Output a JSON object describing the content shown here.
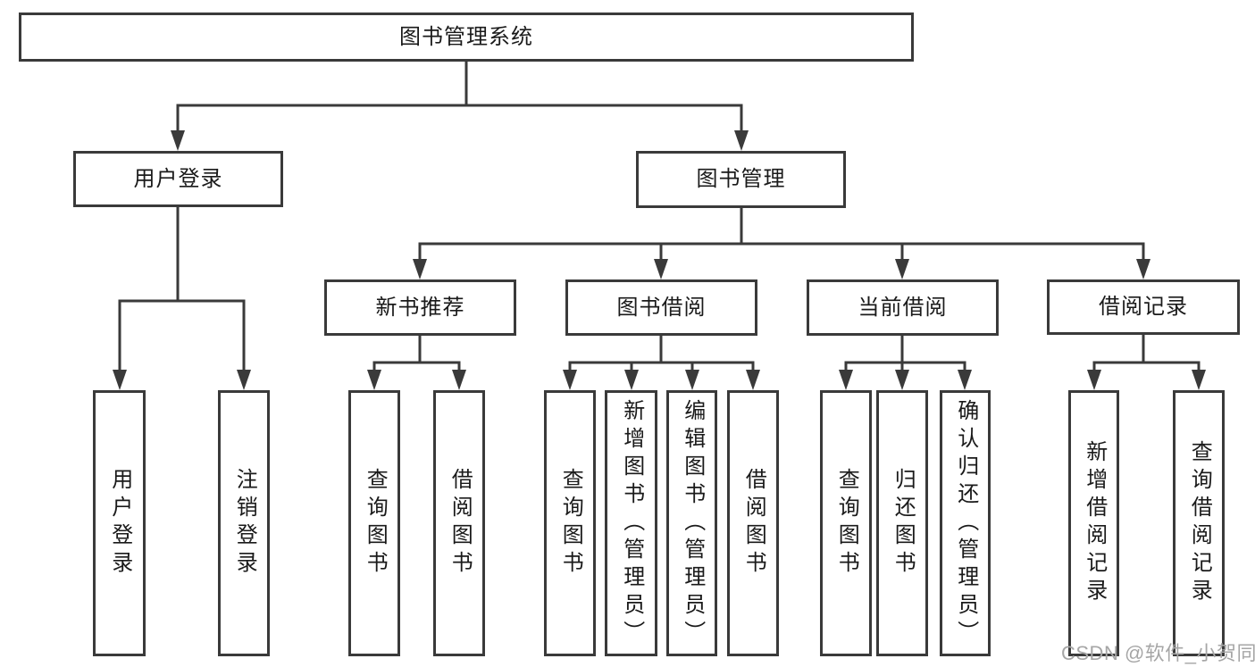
{
  "diagram": {
    "root": {
      "label": "图书管理系统"
    },
    "level2": [
      {
        "label": "用户登录"
      },
      {
        "label": "图书管理"
      }
    ],
    "level3": [
      {
        "label": "新书推荐"
      },
      {
        "label": "图书借阅"
      },
      {
        "label": "当前借阅"
      },
      {
        "label": "借阅记录"
      }
    ],
    "leaves": {
      "user_login": [
        "用户登录",
        "注销登录"
      ],
      "new_book": [
        "查询图书",
        "借阅图书"
      ],
      "book_borrow": [
        "查询图书",
        "新增图书（管理员）",
        "编辑图书（管理员）",
        "借阅图书"
      ],
      "current_borrow": [
        "查询图书",
        "归还图书",
        "确认归还（管理员）"
      ],
      "borrow_records": [
        "新增借阅记录",
        "查询借阅记录"
      ]
    }
  },
  "watermark": "CSDN @软件_小贺同学",
  "colors": {
    "line": "#3a3a3a",
    "text": "#1a1a1a",
    "watermark": "#a6a6a6",
    "background": "#ffffff"
  }
}
